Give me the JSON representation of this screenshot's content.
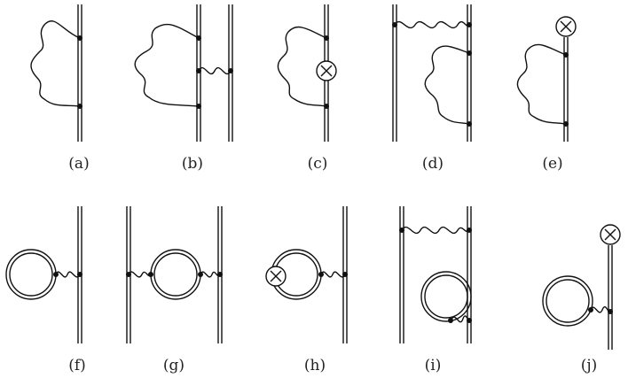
{
  "diagrams": [
    {
      "label": "(a)"
    },
    {
      "label": "(b)"
    },
    {
      "label": "(c)"
    },
    {
      "label": "(d)"
    },
    {
      "label": "(e)"
    },
    {
      "label": "(f)"
    },
    {
      "label": "(g)"
    },
    {
      "label": "(h)"
    },
    {
      "label": "(i)"
    },
    {
      "label": "(j)"
    }
  ]
}
